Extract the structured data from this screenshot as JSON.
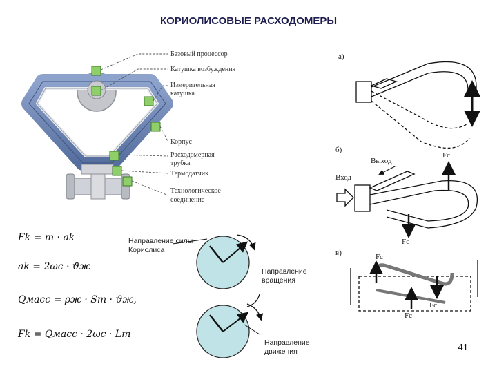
{
  "slide": {
    "title": "КОРИОЛИСОВЫЕ РАСХОДОМЕРЫ",
    "page_number": "41"
  },
  "meter_labels": [
    "Базовый процессор",
    "Катушка возбуждения",
    "Измерительная",
    "катушка",
    "Корпус",
    "Расходомерная",
    "трубка",
    "Термодатчик",
    "Технологическое",
    "соединение"
  ],
  "formulas": {
    "f1": "Fk = m · ak",
    "f2": "ak = 2ωc · ϑж",
    "f3": "Qмасс = ρж · Sm · ϑж,",
    "f4": "Fk = Qмасс · 2ωc · Lm"
  },
  "captions": {
    "coriolis_force": "Направление силы Кориолиса",
    "rotation": "Направление вращения",
    "motion": "Направление движения"
  },
  "panels": {
    "a": "а)",
    "b": "б)",
    "v": "в)",
    "out": "Выход",
    "in": "Вход",
    "fc_b_top": "Fc",
    "fc_b_bottom": "Fc",
    "fc_v_top": "Fc",
    "fc_v_mid": "Fc",
    "fc_v_bottom": "Fc"
  },
  "colors": {
    "frame_blue": "#6f86b4",
    "marker_green": "#8fcf6a",
    "disk_fill": "#bfe3e6",
    "title_color": "#1d1d4f"
  }
}
